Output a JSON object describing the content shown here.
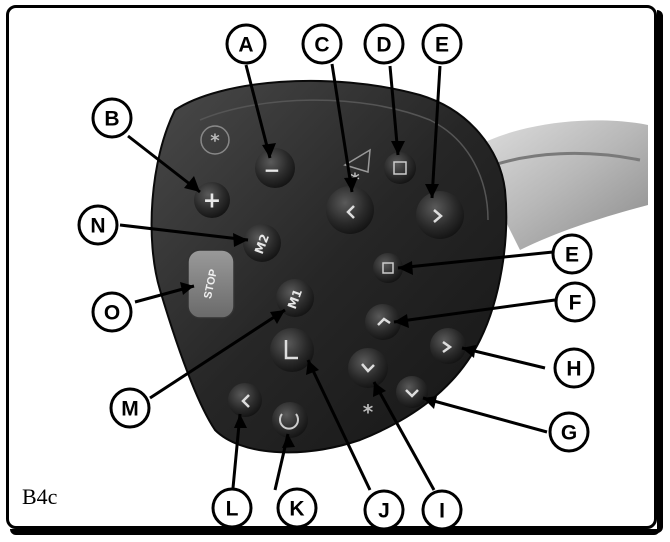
{
  "figure_label": "B4c",
  "callouts": [
    {
      "letter": "A",
      "target": "minus-button"
    },
    {
      "letter": "B",
      "target": "plus-button"
    },
    {
      "letter": "C",
      "target": "left-arrow-button-upper"
    },
    {
      "letter": "D",
      "target": "right-arrow-button-upper"
    },
    {
      "letter": "E",
      "target": "tilt-button-upper"
    },
    {
      "letter": "E",
      "target": "tilt-button-lower"
    },
    {
      "letter": "F",
      "target": "up-arrow-button"
    },
    {
      "letter": "G",
      "target": "down-right-button"
    },
    {
      "letter": "H",
      "target": "right-arrow-button-lower"
    },
    {
      "letter": "I",
      "target": "down-arrow-button"
    },
    {
      "letter": "J",
      "target": "hitch-button"
    },
    {
      "letter": "K",
      "target": "rotate-button"
    },
    {
      "letter": "L",
      "target": "left-arrow-button-lower"
    },
    {
      "letter": "M",
      "target": "m1-button"
    },
    {
      "letter": "N",
      "target": "m2-button"
    },
    {
      "letter": "O",
      "target": "stop-button"
    }
  ],
  "buttons": {
    "minus": "−",
    "plus": "+",
    "m1": "M1",
    "m2": "M2",
    "stop": "STOP",
    "asterisk": "*"
  }
}
